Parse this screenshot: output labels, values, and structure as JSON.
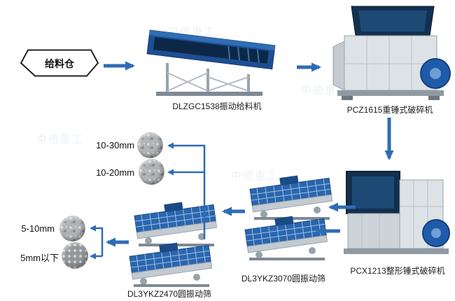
{
  "watermark": "中德重工",
  "colors": {
    "arrow_blue": "#2e6db4",
    "machine_navy": "#12304f",
    "machine_blue": "#1e5cab",
    "machine_gray": "#dde2e7"
  },
  "flow": {
    "feed_bin": "给料仓",
    "feeder_caption": "DLZGC1538振动给料机",
    "crusher1_caption": "PCZ1615重锤式破碎机",
    "crusher2_caption": "PCX1213整形锤式破碎机",
    "screen1_caption": "DL3YKZ3070圆振动筛",
    "screen2_caption": "DL3YKZ2470圆振动筛",
    "outputs": [
      "10-30mm",
      "10-20mm",
      "5-10mm",
      "5mm以下"
    ]
  }
}
